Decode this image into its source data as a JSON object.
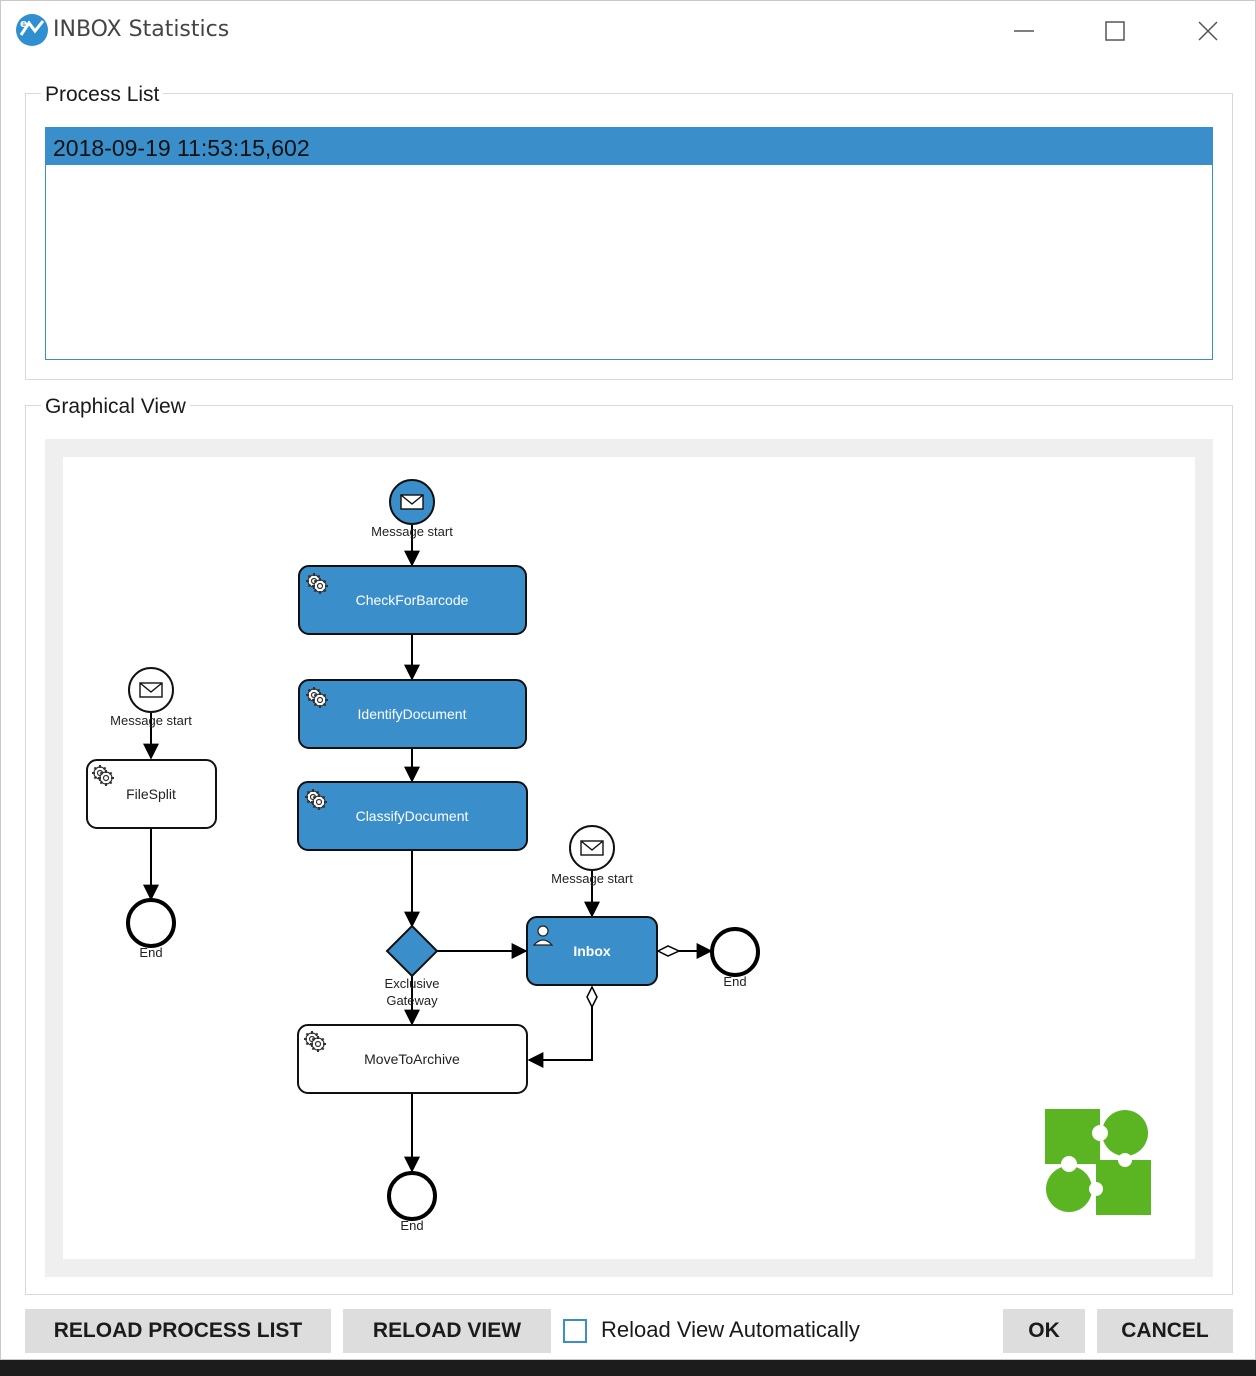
{
  "window": {
    "title": "INBOX Statistics",
    "icon": "inbox-app-icon"
  },
  "process_list": {
    "label": "Process List",
    "items": [
      "2018-09-19 11:53:15,602"
    ],
    "selected_index": 0
  },
  "graphical_view": {
    "label": "Graphical View",
    "diagram": {
      "nodes": {
        "msg_start_1": "Message start",
        "check_for_barcode": "CheckForBarcode",
        "identify_document": "IdentifyDocument",
        "classify_document": "ClassifyDocument",
        "gateway_line1": "Exclusive",
        "gateway_line2": "Gateway",
        "move_to_archive": "MoveToArchive",
        "end_1": "End",
        "msg_start_2": "Message start",
        "file_split": "FileSplit",
        "end_2": "End",
        "msg_start_3": "Message start",
        "inbox": "Inbox",
        "end_3": "End"
      }
    }
  },
  "footer": {
    "reload_process_list": "RELOAD PROCESS LIST",
    "reload_view": "RELOAD VIEW",
    "reload_auto_label": "Reload View Automatically",
    "reload_auto_checked": false,
    "ok": "OK",
    "cancel": "CANCEL"
  },
  "colors": {
    "accent": "#3a8fcb",
    "logo_green": "#5bb523"
  }
}
